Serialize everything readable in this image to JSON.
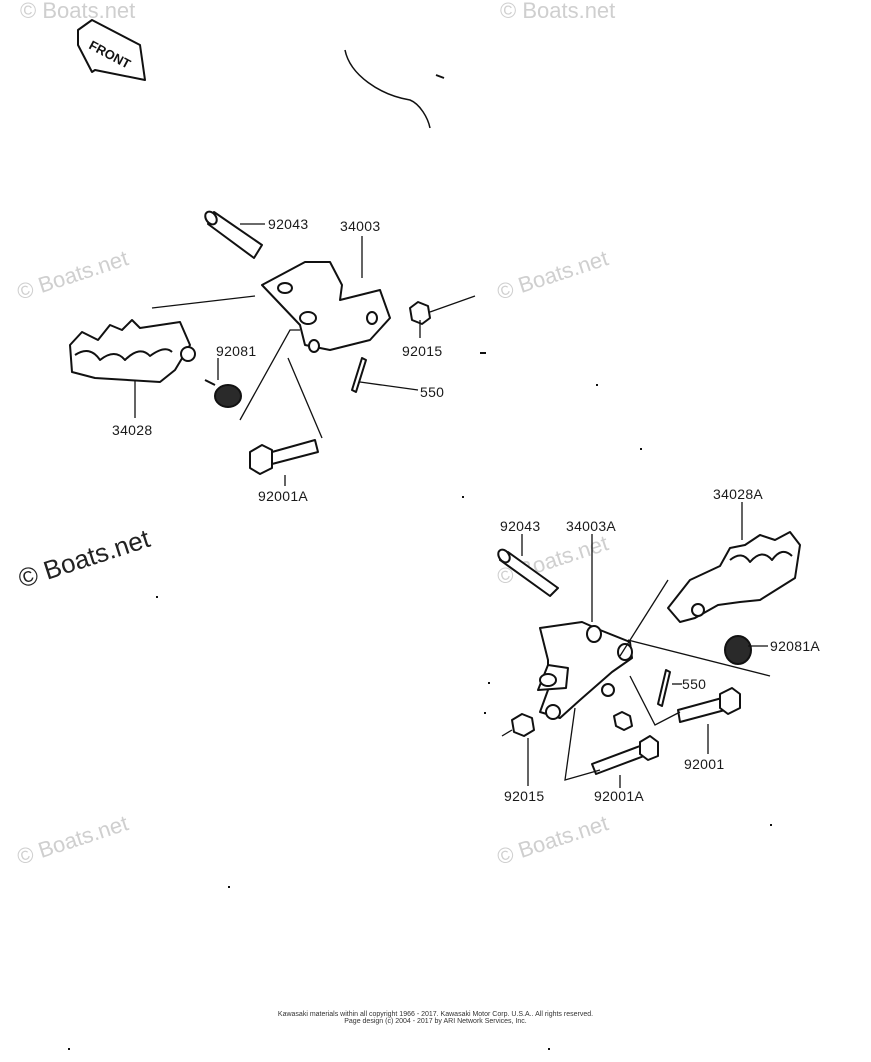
{
  "front_label": "FRONT",
  "watermark": "© Boats.net",
  "parts": {
    "left_assembly": {
      "p92043": "92043",
      "p34003": "34003",
      "p92015": "92015",
      "p550": "550",
      "p92081": "92081",
      "p34028": "34028",
      "p92001A": "92001A"
    },
    "right_assembly": {
      "p34028A": "34028A",
      "p92043": "92043",
      "p34003A": "34003A",
      "p92081A": "92081A",
      "p550": "550",
      "p92001": "92001",
      "p92015": "92015",
      "p92001A": "92001A"
    }
  },
  "footer": {
    "line1": "Kawasaki materials within all copyright 1966 - 2017. Kawasaki Motor Corp. U.S.A.. All rights reserved.",
    "line2": "Page design (c) 2004 - 2017 by ARI Network Services, Inc."
  }
}
